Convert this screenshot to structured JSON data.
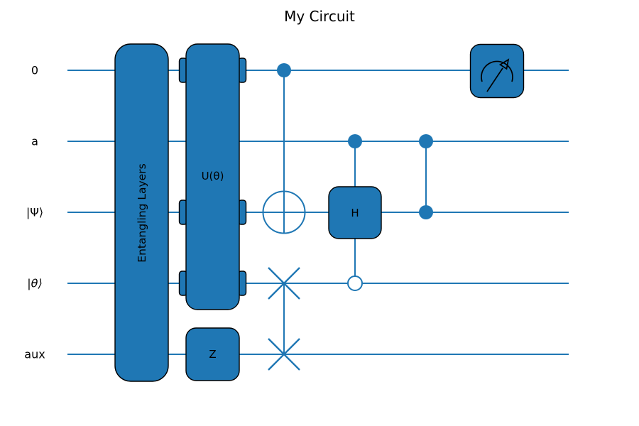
{
  "title": "My Circuit",
  "colors": {
    "wire-blue": "#1f77b4",
    "box-fill": "#1f77b4",
    "box-border": "#000000",
    "ink": "#000000",
    "background": "#ffffff",
    "open-fill": "#ffffff"
  },
  "circuit": {
    "wires": [
      {
        "label": "0"
      },
      {
        "label": "a"
      },
      {
        "label": "|Ψ⟩"
      },
      {
        "label": "|θ⟩"
      },
      {
        "label": "aux"
      }
    ],
    "operations": [
      {
        "name": "Entangling Layers",
        "type": "multi-qubit-box",
        "wires": [
          "0",
          "a",
          "|Ψ⟩",
          "|θ⟩",
          "aux"
        ]
      },
      {
        "name": "U(θ)",
        "type": "multi-qubit-box",
        "wires": [
          "0",
          "|Ψ⟩",
          "|θ⟩"
        ]
      },
      {
        "name": "Z",
        "type": "single-qubit-box",
        "wires": [
          "aux"
        ]
      },
      {
        "name": "CNOT",
        "type": "controlled-x",
        "control_wires": [
          "0"
        ],
        "target_wires": [
          "|Ψ⟩"
        ]
      },
      {
        "name": "SWAP",
        "type": "swap",
        "wires": [
          "|θ⟩",
          "aux"
        ]
      },
      {
        "name": "Controlled-H",
        "type": "controlled-box",
        "label": "H",
        "control_wires": [
          "a"
        ],
        "open_control_wires": [
          "|θ⟩"
        ],
        "target_wires": [
          "|Ψ⟩"
        ]
      },
      {
        "name": "CZ",
        "type": "controlled-z",
        "control_wires": [
          "a",
          "|Ψ⟩"
        ]
      },
      {
        "name": "measurement",
        "type": "measure",
        "wires": [
          "0"
        ]
      }
    ]
  }
}
